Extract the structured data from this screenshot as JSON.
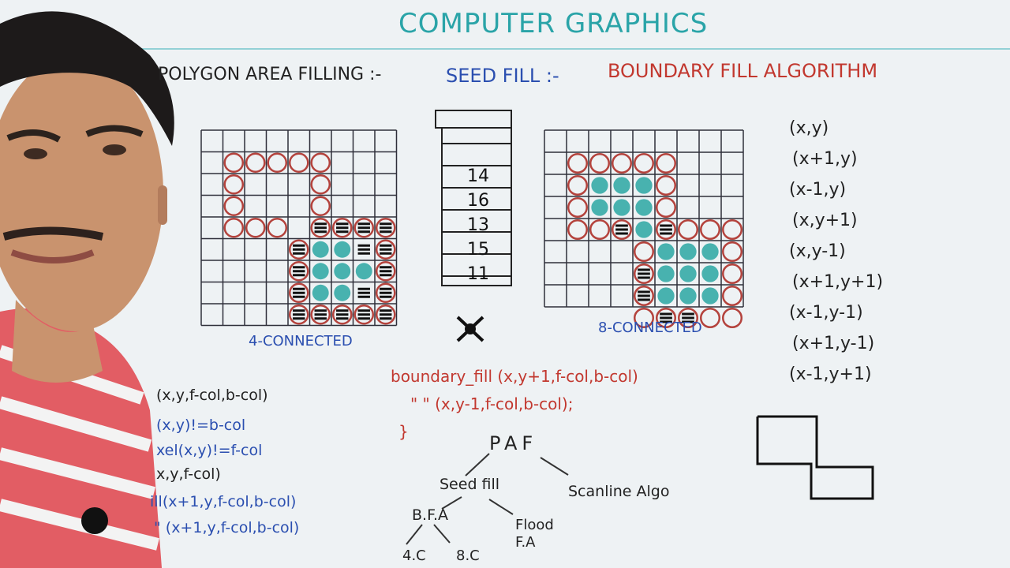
{
  "board": {
    "header": "COMPUTER GRAPHICS",
    "topic_prefix": "POLYGON AREA FILLING :-",
    "topic_mid": "SEED FILL :-",
    "topic_main": "BOUNDARY FILL ALGORITHM"
  },
  "grid_left_label": "4-CONNECTED",
  "grid_right_label": "8-CONNECTED",
  "stack_values": [
    "14",
    "16",
    "13",
    "15",
    "11"
  ],
  "neighbors": [
    "(x,y)",
    "(x+1,y)",
    "(x-1,y)",
    "(x,y+1)",
    "(x,y-1)",
    "(x+1,y+1)",
    "(x-1,y-1)",
    "(x+1,y-1)",
    "(x-1,y+1)"
  ],
  "code_left": [
    "(x,y,f-col,b-col)",
    "(x,y)!=b-col",
    "xel(x,y)!=f-col",
    "x,y,f-col)",
    "ill(x+1,y,f-col,b-col)",
    "\"  (x+1,y,f-col,b-col)"
  ],
  "code_red": [
    "boundary_fill (x,y+1,f-col,b-col)",
    "\"      \"     (x,y-1,f-col,b-col);",
    "}"
  ],
  "tree": {
    "root": "PAF",
    "seed": "Seed fill",
    "scan": "Scanline Algo",
    "bfa": "B.F.A",
    "flood": "Flood F.A",
    "c4": "4.C",
    "c8": "8.C"
  },
  "colors": {
    "board": "#f4f7f8",
    "grid": "#2f2f3a",
    "boundary": "#b4433d",
    "fill": "#2aa7a2",
    "skin": "#c9936e",
    "shirt": "#e4656b"
  }
}
